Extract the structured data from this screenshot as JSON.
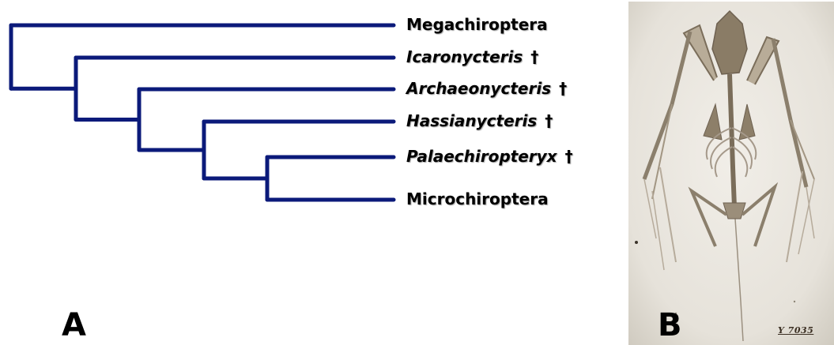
{
  "panel_a": {
    "letter": "A",
    "branch_color": "#0b1a7a",
    "taxa": [
      {
        "name": "Megachiroptera",
        "italic": false,
        "extinct": false
      },
      {
        "name": "Icaronycteris",
        "italic": true,
        "extinct": true
      },
      {
        "name": "Archaeonycteris",
        "italic": true,
        "extinct": true
      },
      {
        "name": "Hassianycteris",
        "italic": true,
        "extinct": true
      },
      {
        "name": "Palaechiropteryx",
        "italic": true,
        "extinct": true
      },
      {
        "name": "Microchiroptera",
        "italic": false,
        "extinct": false
      }
    ],
    "extinct_marker": "†"
  },
  "panel_b": {
    "letter": "B",
    "specimen_number": "Y 7035",
    "photo_description_icon": "fossil-bat-photo"
  }
}
